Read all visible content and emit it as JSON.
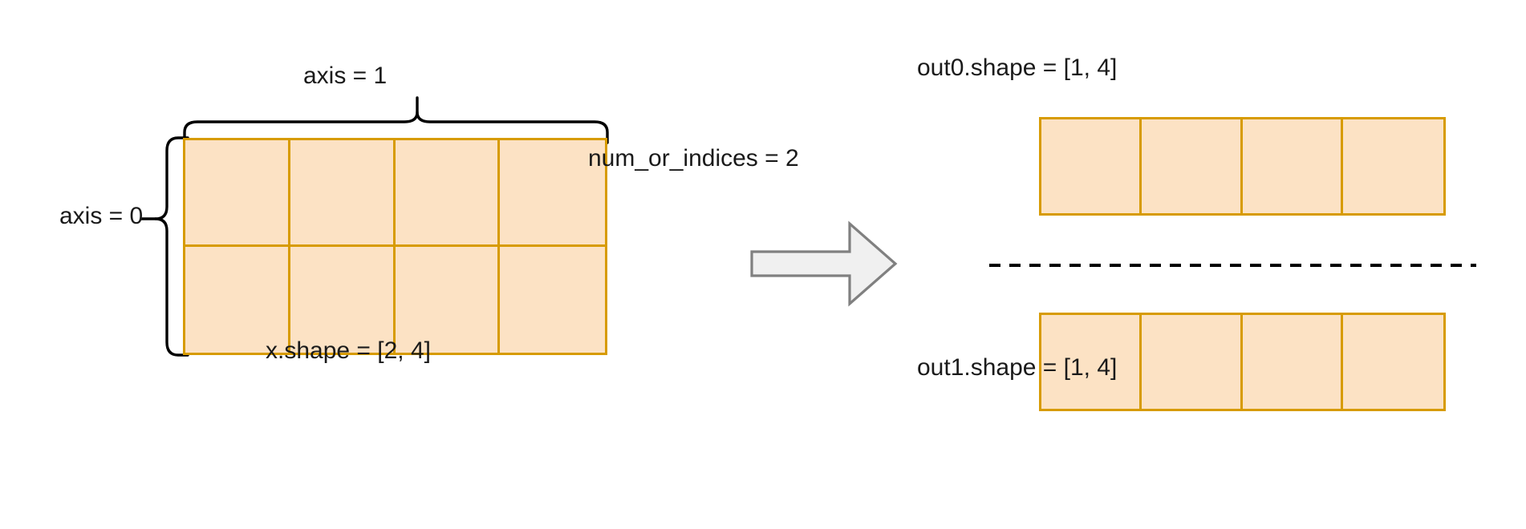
{
  "diagram": {
    "title": "tensor split along axis 0",
    "colors": {
      "cell_fill": "#fce2c4",
      "cell_border": "#d79b00",
      "brace_stroke": "#000000",
      "arrow_fill": "#f0f0f0",
      "arrow_stroke": "#808080",
      "divider": "#000000",
      "text": "#1a1a1a"
    },
    "input": {
      "shape_label": "x.shape = [2, 4]",
      "rows": 2,
      "cols": 4,
      "axis_row_label": "axis = 0",
      "axis_col_label": "axis = 1"
    },
    "operation": {
      "param_label": "num_or_indices = 2",
      "arrow_icon": "right-arrow-icon"
    },
    "outputs": [
      {
        "name": "out0",
        "shape_label": "out0.shape = [1, 4]",
        "rows": 1,
        "cols": 4
      },
      {
        "name": "out1",
        "shape_label": "out1.shape = [1, 4]",
        "rows": 1,
        "cols": 4
      }
    ],
    "divider": {
      "style": "dashed"
    }
  }
}
